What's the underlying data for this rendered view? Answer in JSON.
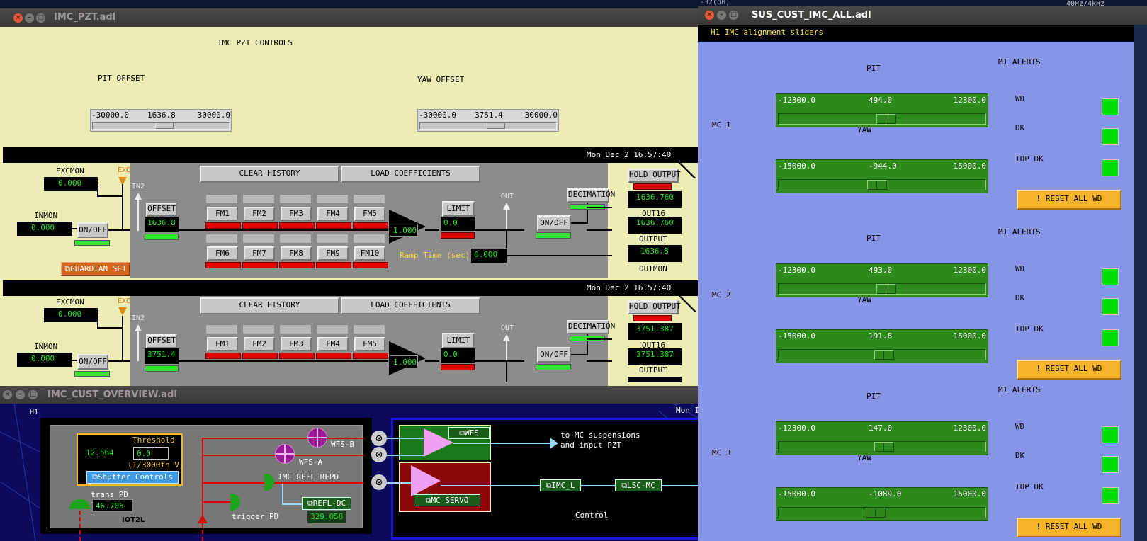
{
  "pzt": {
    "title": "IMC_PZT.adl",
    "heading": "IMC PZT CONTROLS",
    "pit_offset_label": "PIT OFFSET",
    "yaw_offset_label": "YAW OFFSET",
    "pit_slider": {
      "min": "-30000.0",
      "value": "1636.8",
      "max": "30000.0",
      "fraction": 0.527
    },
    "yaw_slider": {
      "min": "-30000.0",
      "value": "3751.4",
      "max": "30000.0",
      "fraction": 0.563
    },
    "filters": [
      {
        "date": "Mon Dec  2 16:57:40",
        "excmon": "EXCMON",
        "excmon_val": "0.000",
        "exc": "EXC",
        "inmon": "INMON",
        "inmon_val": "0.000",
        "in2": "IN2",
        "out": "OUT",
        "offset": "OFFSET",
        "offset_val": "1636.8",
        "on_off": "ON/OFF",
        "on_off2": "ON/OFF",
        "clear": "CLEAR HISTORY",
        "load": "LOAD COEFFICIENTS",
        "fm": [
          "FM1",
          "FM2",
          "FM3",
          "FM4",
          "FM5",
          "FM6",
          "FM7",
          "FM8",
          "FM9",
          "FM10"
        ],
        "gain": "1.000",
        "limit": "LIMIT",
        "limit_val": "0.0",
        "ramp_label": "Ramp Time (sec):",
        "ramp_val": "0.000",
        "decimation": "DECIMATION",
        "hold": "HOLD OUTPUT",
        "out16_val": "1636.760",
        "out16": "OUT16",
        "output_val": "1636.760",
        "output": "OUTPUT",
        "outmon_val": "1636.8",
        "outmon": "OUTMON",
        "guardian": "GUARDIAN SET"
      },
      {
        "date": "Mon Dec  2 16:57:40",
        "excmon": "EXCMON",
        "excmon_val": "0.000",
        "exc": "EXC",
        "inmon": "INMON",
        "inmon_val": "0.000",
        "in2": "IN2",
        "out": "OUT",
        "offset": "OFFSET",
        "offset_val": "3751.4",
        "on_off": "ON/OFF",
        "on_off2": "ON/OFF",
        "clear": "CLEAR HISTORY",
        "load": "LOAD COEFFICIENTS",
        "fm": [
          "FM1",
          "FM2",
          "FM3",
          "FM4",
          "FM5"
        ],
        "gain": "1.000",
        "limit": "LIMIT",
        "limit_val": "0.0",
        "decimation": "DECIMATION",
        "hold": "HOLD OUTPUT",
        "out16_val": "3751.387",
        "out16": "OUT16",
        "output_val": "3751.387",
        "output": "OUTPUT"
      }
    ]
  },
  "sus": {
    "title": "SUS_CUST_IMC_ALL.adl",
    "header": "H1 IMC alignment sliders",
    "pit": "PIT",
    "yaw": "YAW",
    "alerts": "M1 ALERTS",
    "wd": "WD",
    "dk": "DK",
    "iopdk": "IOP DK",
    "reset": "RESET ALL WD",
    "mcs": [
      {
        "name": "MC 1",
        "pit": {
          "min": "-12300.0",
          "value": "494.0",
          "max": "12300.0",
          "fraction": 0.52
        },
        "yaw": {
          "min": "-15000.0",
          "value": "-944.0",
          "max": "15000.0",
          "fraction": 0.469
        }
      },
      {
        "name": "MC 2",
        "pit": {
          "min": "-12300.0",
          "value": "493.0",
          "max": "12300.0",
          "fraction": 0.52
        },
        "yaw": {
          "min": "-15000.0",
          "value": "191.8",
          "max": "15000.0",
          "fraction": 0.506
        }
      },
      {
        "name": "MC 3",
        "pit": {
          "min": "-12300.0",
          "value": "147.0",
          "max": "12300.0",
          "fraction": 0.506
        },
        "yaw": {
          "min": "-15000.0",
          "value": "-1089.0",
          "max": "15000.0",
          "fraction": 0.464
        }
      }
    ]
  },
  "overview": {
    "title": "IMC_CUST_OVERVIEW.adl",
    "h1": "H1",
    "mon": "Mon I",
    "threshold": "Threshold",
    "thresh_read": "12.564",
    "thresh_val": "0.0",
    "thresh_unit": "(1/3000th V)",
    "shutter": "Shutter Controls",
    "trans_pd": "trans PD",
    "trans_val": "46.705",
    "iot2l": "IOT2L",
    "wfsb": "WFS-B",
    "wfsa": "WFS-A",
    "refl_rfpd": "IMC REFL RFPD",
    "trigger_pd": "trigger PD",
    "refl_dc": "REFL-DC",
    "refl_dc_val": "329.058",
    "wfs_btn": "WFS",
    "mc_servo": "MC SERVO",
    "to_mc": "to MC suspensions",
    "and_pzt": "and input PZT",
    "imc_l": "IMC_L",
    "lsc_mc": "LSC-MC",
    "control": "Control"
  },
  "background": {
    "db_label": "-32(dB)",
    "hz_label": "40Hz/4kHz"
  }
}
